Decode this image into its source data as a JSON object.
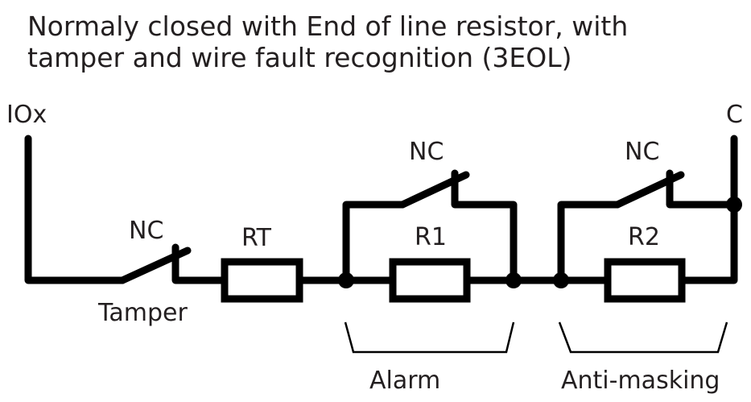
{
  "title": {
    "line1": "Normaly closed with End of line resistor, with",
    "line2": "tamper and wire fault recognition (3EOL)"
  },
  "terminals": {
    "left": "IOx",
    "right": "C"
  },
  "switches": {
    "tamper": {
      "type": "NC",
      "caption": "Tamper"
    },
    "alarm": {
      "type": "NC"
    },
    "antimasking": {
      "type": "NC"
    }
  },
  "resistors": {
    "rt": "RT",
    "r1": "R1",
    "r2": "R2"
  },
  "groups": {
    "alarm": "Alarm",
    "antimasking": "Anti-masking"
  },
  "colors": {
    "ink": "#000000",
    "text": "#231f20",
    "background": "#ffffff"
  }
}
